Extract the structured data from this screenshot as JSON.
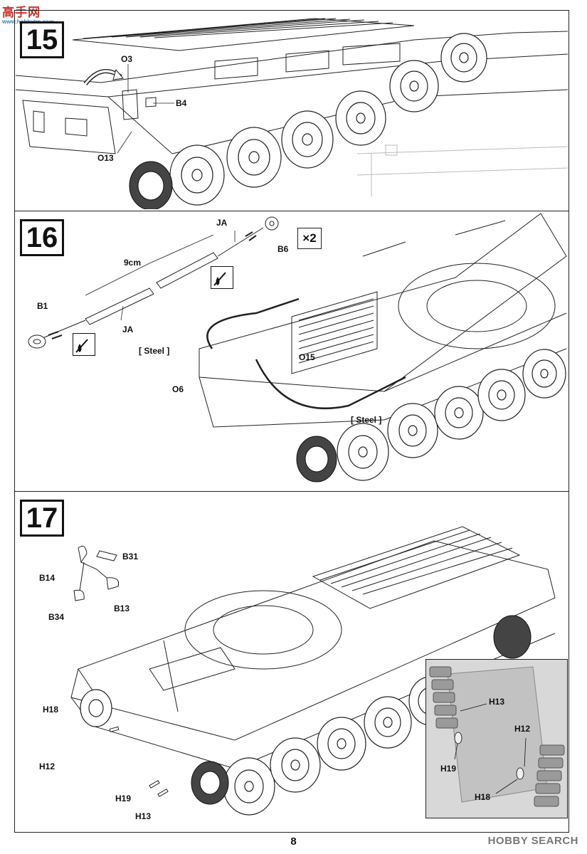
{
  "watermark_top_left": {
    "main": "高手网",
    "sub": "www.hobbytm.com"
  },
  "watermark_bottom_right": "HOBBY SEARCH",
  "page_number": "8",
  "step15": {
    "number": "15",
    "labels": {
      "o3": "O3",
      "b4": "B4",
      "o13": "O13"
    }
  },
  "step16": {
    "number": "16",
    "multiplier": "×2",
    "labels": {
      "ja_top": "JA",
      "ja_bottom": "JA",
      "b6": "B6",
      "b1": "B1",
      "length": "9cm",
      "steel_left": "[ Steel ]",
      "steel_right": "[ Steel ]",
      "o15": "O15",
      "o6": "O6"
    }
  },
  "step17": {
    "number": "17",
    "labels": {
      "b31": "B31",
      "b14": "B14",
      "b13": "B13",
      "b34": "B34",
      "h18": "H18",
      "h12": "H12",
      "h19": "H19",
      "h13": "H13"
    },
    "inset_labels": {
      "h13": "H13",
      "h12": "H12",
      "h19": "H19",
      "h18": "H18"
    }
  },
  "icons": [
    "glue-drop-icon",
    "rotate-arrow-icon"
  ]
}
